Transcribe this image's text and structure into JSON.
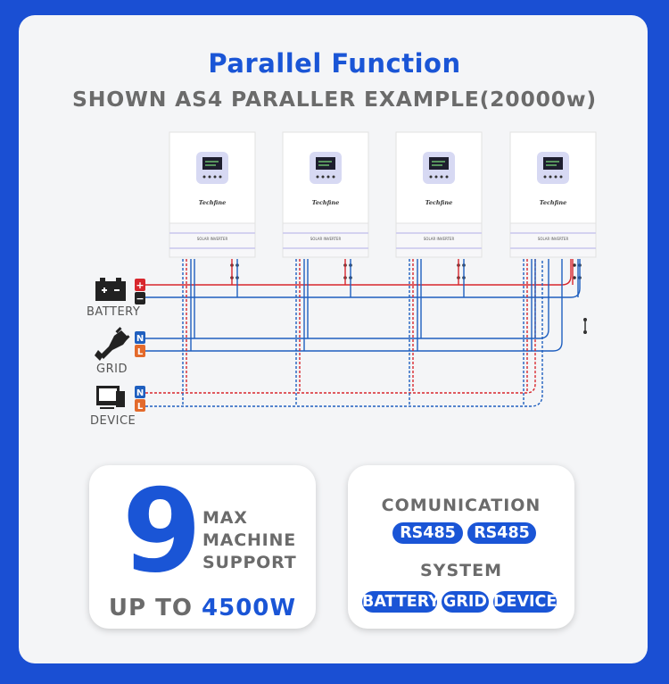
{
  "header": {
    "title": "Parallel Function",
    "subtitle": "SHOWN AS4 PARALLER EXAMPLE(20000w)"
  },
  "inverter": {
    "brand": "Techfine",
    "model": "SOLAR INVERTER",
    "count": 4
  },
  "legend": {
    "battery": "BATTERY",
    "grid": "GRID",
    "device": "DEVICE"
  },
  "terminals": {
    "plus": "+",
    "minus": "−",
    "neutral": "N",
    "line": "L"
  },
  "capacity": {
    "number": "9",
    "line1": "MAX",
    "line2": "MACHINE",
    "line3": "SUPPORT",
    "upto_prefix": "UP TO",
    "upto_value": "4500W"
  },
  "communication": {
    "heading": "COMUNICATION",
    "pills": [
      "RS485",
      "RS485"
    ]
  },
  "system": {
    "heading": "SYSTEM",
    "pills": [
      "BATTERY",
      "GRID",
      "DEVICE"
    ]
  },
  "colors": {
    "accent": "#1a55d6",
    "wire_red": "#d8272d",
    "wire_blue": "#1f5fbf",
    "text_gray": "#6b6b6b"
  }
}
